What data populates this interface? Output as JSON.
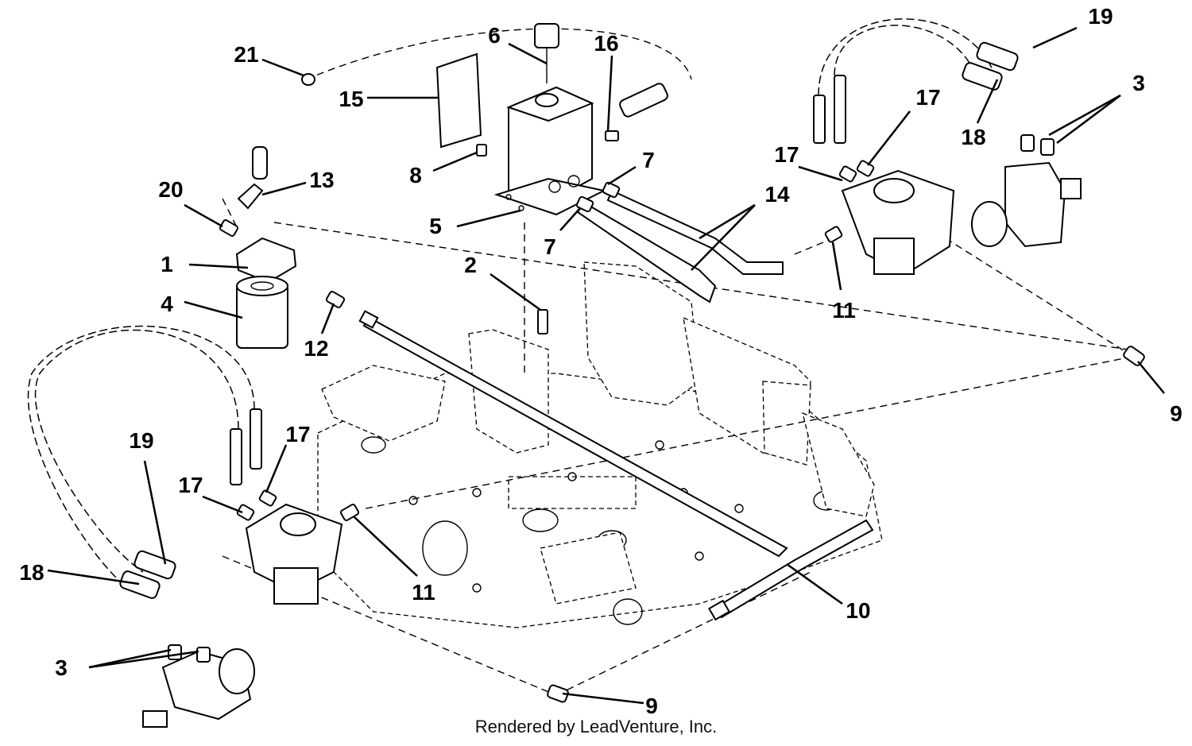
{
  "footer_text": "Rendered by LeadVenture, Inc.",
  "callouts": [
    "1",
    "2",
    "3",
    "3",
    "4",
    "5",
    "6",
    "7",
    "7",
    "8",
    "9",
    "9",
    "10",
    "11",
    "11",
    "12",
    "13",
    "14",
    "15",
    "16",
    "17",
    "17",
    "17",
    "17",
    "18",
    "18",
    "19",
    "19",
    "20",
    "21"
  ]
}
